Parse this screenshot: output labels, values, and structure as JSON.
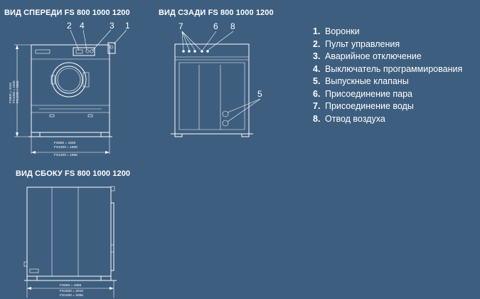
{
  "views": {
    "front": {
      "title": "ВИД СПЕРЕДИ FS 800 1000 1200",
      "callouts": [
        "2",
        "4",
        "3",
        "1"
      ],
      "height_dims": [
        "FS800 = 2010",
        "FS1000 = 1940",
        "FS1200 = 2000"
      ],
      "width_dims": [
        "FS800 = 1530",
        "FS1000 = 1800",
        "FS1200 = 1855"
      ]
    },
    "back": {
      "title": "ВИД СЗАДИ FS 800 1000 1200",
      "callouts": [
        "7",
        "6",
        "8",
        "5"
      ]
    },
    "side": {
      "title": "ВИД СБОКУ FS 800 1000 1200",
      "depth_dims": [
        "FS800 = 1895",
        "FS1000 = 2010",
        "FS1200 = 2065"
      ]
    }
  },
  "legend": [
    {
      "num": "1.",
      "label": "Воронки"
    },
    {
      "num": "2.",
      "label": "Пульт управления"
    },
    {
      "num": "3.",
      "label": "Аварийное отключение"
    },
    {
      "num": "4.",
      "label": "Выключатель программирования"
    },
    {
      "num": "5.",
      "label": "Выпускные клапаны"
    },
    {
      "num": "6.",
      "label": "Присоединение пара"
    },
    {
      "num": "7.",
      "label": "Присоединение воды"
    },
    {
      "num": "8.",
      "label": "Отвод воздуха"
    }
  ]
}
